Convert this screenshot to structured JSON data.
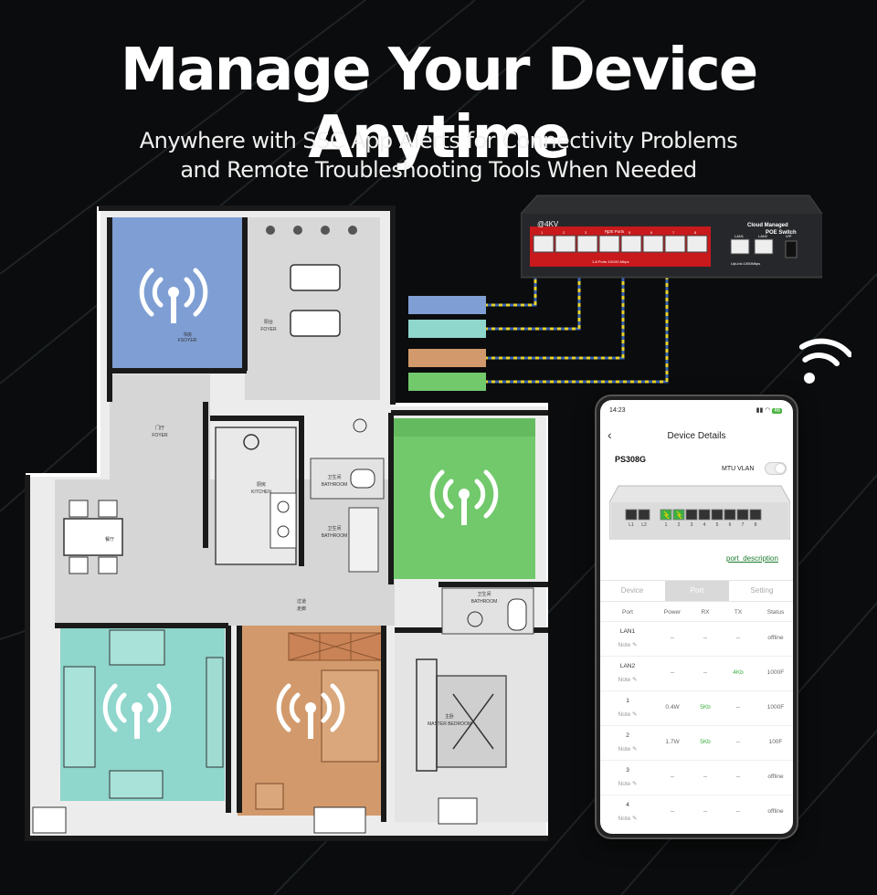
{
  "headline": "Manage Your Device Anytime",
  "subline": [
    "Anywhere with SSC App Alerts for Connectivity Problems",
    "and Remote Troubleshooting Tools When Needed"
  ],
  "colors": {
    "room_blue": "#7f9fd4",
    "room_green": "#71c96c",
    "room_teal": "#8fd6cc",
    "room_orange": "#d29a6c",
    "switch_red": "#c8191c",
    "cable_yellow": "#e8d22a",
    "cable_blue": "#3a64b0",
    "status_green": "#3cb043"
  },
  "floorplan": {
    "room_labels": [
      "书房",
      "FSOYER",
      "阳台",
      "FOYER",
      "门厅",
      "FOYER",
      "厨房",
      "KITCHEN",
      "卫生间",
      "BATHROOM",
      "卫生间",
      "BATHROOM",
      "卫生间",
      "BATHROOM",
      "过道",
      "走廊",
      "主卧",
      "MASTER BEDROOM",
      "餐厅"
    ],
    "wifi_spots": [
      "blue-room",
      "green-room",
      "teal-room",
      "orange-room"
    ]
  },
  "switch": {
    "brand": "@4KV",
    "product_line1": "Cloud Managed",
    "product_line2": "POE Switch",
    "poe_label": "POE Ports",
    "port_numbers": [
      "1",
      "2",
      "3",
      "4",
      "5",
      "6",
      "7",
      "8"
    ],
    "speed_label": "1-8 Ports 10/100 Mbps",
    "uplink_labels": [
      "LAN1",
      "LAN2"
    ],
    "uplink_speed": "UpLink:1000Mbps",
    "power_label": "V/P"
  },
  "phone": {
    "time": "14:23",
    "battery": "46",
    "title": "Device Details",
    "device_name": "PS308G",
    "mtu_label": "MTU VLAN",
    "mini_port_labels": [
      "L1",
      "L2",
      "1",
      "2",
      "3",
      "4",
      "5",
      "6",
      "7",
      "8"
    ],
    "port_description": "port_description",
    "tabs": [
      "Device",
      "Port",
      "Setting"
    ],
    "table_headers": [
      "Port",
      "Power",
      "RX",
      "TX",
      "Status"
    ],
    "note_label": "Note",
    "rows": [
      {
        "port": "LAN1",
        "power": "--",
        "rx": "--",
        "tx": "--",
        "status": "offline"
      },
      {
        "port": "LAN2",
        "power": "--",
        "rx": "--",
        "tx": "4Kb",
        "status": "1000F"
      },
      {
        "port": "1",
        "power": "0.4W",
        "rx": "5Kb",
        "tx": "--",
        "status": "1000F"
      },
      {
        "port": "2",
        "power": "1.7W",
        "rx": "5Kb",
        "tx": "--",
        "status": "100F"
      },
      {
        "port": "3",
        "power": "--",
        "rx": "--",
        "tx": "--",
        "status": "offline"
      },
      {
        "port": "4",
        "power": "--",
        "rx": "--",
        "tx": "--",
        "status": "offline"
      }
    ]
  }
}
